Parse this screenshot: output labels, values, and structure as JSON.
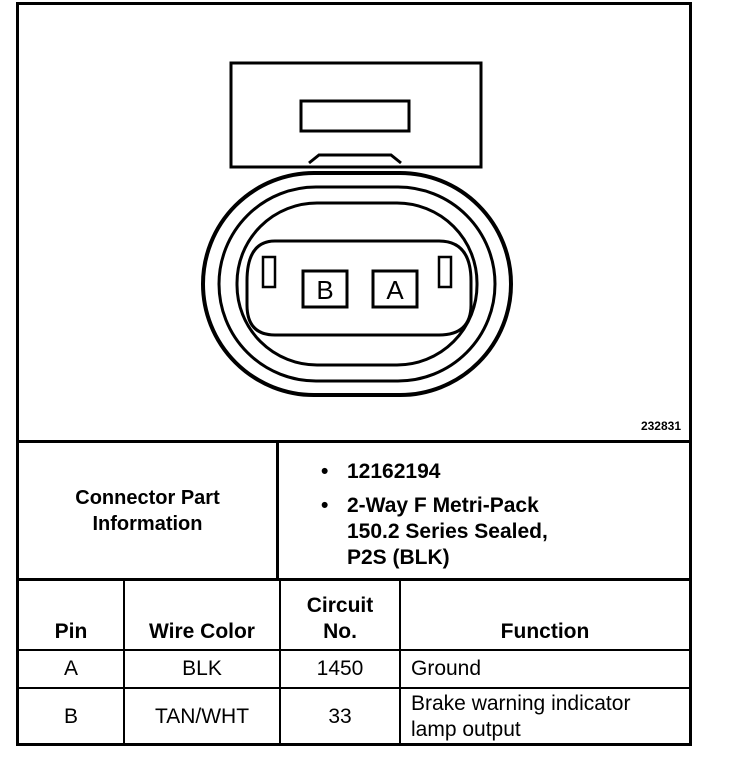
{
  "figure": {
    "figure_id": "232831",
    "pins": [
      "B",
      "A"
    ]
  },
  "connector_info": {
    "label_line1": "Connector Part",
    "label_line2": "Information",
    "items": [
      {
        "bullet": "•",
        "lines": [
          "12162194"
        ]
      },
      {
        "bullet": "•",
        "lines": [
          "2-Way F Metri-Pack",
          "150.2 Series Sealed,",
          "P2S (BLK)"
        ]
      }
    ]
  },
  "table": {
    "headers": {
      "pin": "Pin",
      "wire_color": "Wire Color",
      "circuit_line1": "Circuit",
      "circuit_line2": "No.",
      "function": "Function"
    },
    "rows": [
      {
        "pin": "A",
        "wire_color": "BLK",
        "circuit": "1450",
        "function_lines": [
          "Ground"
        ]
      },
      {
        "pin": "B",
        "wire_color": "TAN/WHT",
        "circuit": "33",
        "function_lines": [
          "Brake warning indicator",
          "lamp output"
        ]
      }
    ]
  }
}
